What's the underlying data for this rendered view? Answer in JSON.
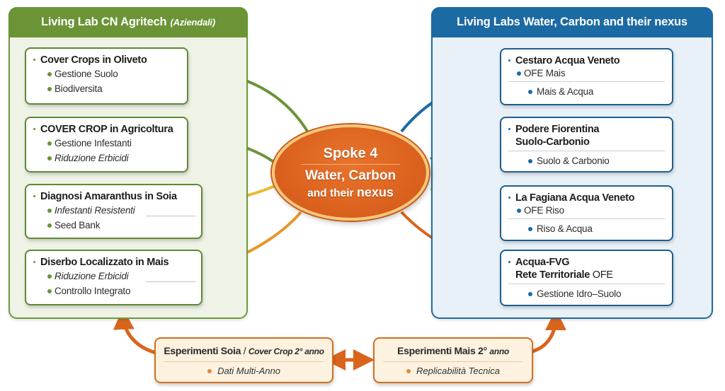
{
  "colors": {
    "green": "#6a9435",
    "blue": "#1c6aa3",
    "yellow": "#edb92e",
    "orange_light": "#e8962a",
    "orange": "#d9651d",
    "hub": "#d9601c"
  },
  "left_panel": {
    "title": "Living Lab CN Agritech",
    "title_suffix": "(Aziendali)",
    "boxes": [
      {
        "title": "Cover Crops in Oliveto",
        "items": [
          "Gestione Suolo",
          "Biodiversita"
        ]
      },
      {
        "title": "COVER CROP in Agricoltura",
        "items": [
          "Gestione Infestanti",
          "Riduzione Erbicidi"
        ]
      },
      {
        "title": "Diagnosi Amaranthus in Soia",
        "items": [
          "Infestanti Resistenti",
          "Seed Bank"
        ]
      },
      {
        "title": "Diserbo Localizzato in Mais",
        "items": [
          "Riduzione Erbicidi",
          "Controllo Integrato"
        ]
      }
    ]
  },
  "right_panel": {
    "title": "Living Labs Water, Carbon and their nexus",
    "boxes": [
      {
        "title": "Cestaro Acqua Veneto",
        "subtitle": "OFE Mais",
        "detail": "Mais & Acqua"
      },
      {
        "title": "Podere Fiorentina",
        "title_line2": "Suolo-Carbonio",
        "detail": "Suolo & Carbonio"
      },
      {
        "title": "La Fagiana Acqua Veneto",
        "subtitle": "OFE Riso",
        "detail": "Riso & Acqua"
      },
      {
        "title": "Acqua-FVG",
        "title_line2": "Rete Territoriale",
        "title_line2_suffix": "OFE",
        "detail": "Gestione Idro–Suolo"
      }
    ]
  },
  "hub": {
    "title": "Spoke 4",
    "line2": "Water, Carbon",
    "line3_prefix": "and their",
    "line3_bold": "nexus"
  },
  "bottom": {
    "left": {
      "title": "Esperimenti Soia",
      "separator": "/",
      "title_italic": "Cover Crop 2° anno",
      "item": "Dati Multi-Anno"
    },
    "right": {
      "title": "Esperimenti Mais 2°",
      "title_italic": "anno",
      "item": "Replicabilità Tecnica"
    }
  },
  "connections": [
    {
      "from": "hub",
      "to": "left_panel.boxes.0",
      "color": "green"
    },
    {
      "from": "hub",
      "to": "left_panel.boxes.1",
      "color": "green"
    },
    {
      "from": "hub",
      "to": "left_panel.boxes.2",
      "color": "yellow"
    },
    {
      "from": "hub",
      "to": "left_panel.boxes.3",
      "color": "orange_light"
    },
    {
      "from": "hub",
      "to": "right_panel.boxes.0",
      "color": "blue"
    },
    {
      "from": "hub",
      "to": "right_panel.boxes.1",
      "color": "green"
    },
    {
      "from": "hub",
      "to": "right_panel.boxes.2",
      "color": "yellow"
    },
    {
      "from": "hub",
      "to": "right_panel.boxes.3",
      "color": "orange"
    },
    {
      "from": "bottom.left",
      "to": "left_panel",
      "color": "orange"
    },
    {
      "from": "bottom.right",
      "to": "right_panel",
      "color": "orange"
    },
    {
      "from": "bottom.left",
      "to": "bottom.right",
      "color": "orange",
      "bidirectional": true
    }
  ]
}
